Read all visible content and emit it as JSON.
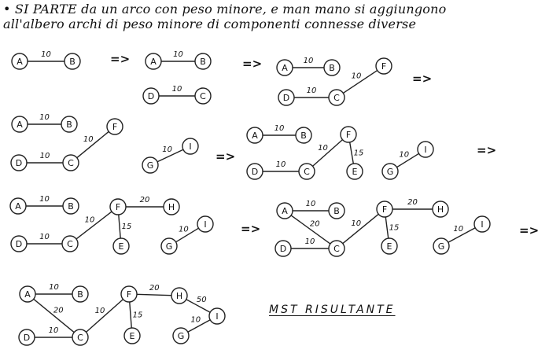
{
  "heading": "• SI PARTE da un arco con peso minore, e man mano si aggiungono\nall'albero archi di peso minore di componenti connesse diverse",
  "caption": "MST RISULTANTE",
  "arrow_symbol": "=>",
  "diagram": {
    "type": "graph-sequence",
    "steps": [
      {
        "nodes": [
          "A",
          "B"
        ],
        "edges": [
          {
            "from": "A",
            "to": "B",
            "weight": "10"
          }
        ]
      },
      {
        "nodes": [
          "A",
          "B",
          "D",
          "C"
        ],
        "edges": [
          {
            "from": "A",
            "to": "B",
            "weight": "10"
          },
          {
            "from": "D",
            "to": "C",
            "weight": "10"
          }
        ]
      },
      {
        "nodes": [
          "A",
          "B",
          "D",
          "C",
          "F"
        ],
        "edges": [
          {
            "from": "A",
            "to": "B",
            "weight": "10"
          },
          {
            "from": "D",
            "to": "C",
            "weight": "10"
          },
          {
            "from": "C",
            "to": "F",
            "weight": "10"
          }
        ]
      },
      {
        "nodes": [
          "A",
          "B",
          "D",
          "C",
          "F",
          "G",
          "I"
        ],
        "edges": [
          {
            "from": "A",
            "to": "B",
            "weight": "10"
          },
          {
            "from": "D",
            "to": "C",
            "weight": "10"
          },
          {
            "from": "C",
            "to": "F",
            "weight": "10"
          },
          {
            "from": "G",
            "to": "I",
            "weight": "10"
          }
        ]
      },
      {
        "nodes": [
          "A",
          "B",
          "D",
          "C",
          "F",
          "E",
          "G",
          "I"
        ],
        "edges": [
          {
            "from": "A",
            "to": "B",
            "weight": "10"
          },
          {
            "from": "D",
            "to": "C",
            "weight": "10"
          },
          {
            "from": "C",
            "to": "F",
            "weight": "10"
          },
          {
            "from": "F",
            "to": "E",
            "weight": "15"
          },
          {
            "from": "G",
            "to": "I",
            "weight": "10"
          }
        ]
      },
      {
        "nodes": [
          "A",
          "B",
          "D",
          "C",
          "F",
          "E",
          "H",
          "G",
          "I"
        ],
        "edges": [
          {
            "from": "A",
            "to": "B",
            "weight": "10"
          },
          {
            "from": "D",
            "to": "C",
            "weight": "10"
          },
          {
            "from": "C",
            "to": "F",
            "weight": "10"
          },
          {
            "from": "F",
            "to": "E",
            "weight": "15"
          },
          {
            "from": "F",
            "to": "H",
            "weight": "20"
          },
          {
            "from": "G",
            "to": "I",
            "weight": "10"
          }
        ]
      },
      {
        "nodes": [
          "A",
          "B",
          "D",
          "C",
          "F",
          "E",
          "H",
          "G",
          "I"
        ],
        "edges": [
          {
            "from": "A",
            "to": "B",
            "weight": "10"
          },
          {
            "from": "A",
            "to": "C",
            "weight": "20"
          },
          {
            "from": "D",
            "to": "C",
            "weight": "10"
          },
          {
            "from": "C",
            "to": "F",
            "weight": "10"
          },
          {
            "from": "F",
            "to": "E",
            "weight": "15"
          },
          {
            "from": "F",
            "to": "H",
            "weight": "20"
          },
          {
            "from": "G",
            "to": "I",
            "weight": "10"
          }
        ]
      },
      {
        "nodes": [
          "A",
          "B",
          "D",
          "C",
          "F",
          "E",
          "H",
          "G",
          "I"
        ],
        "edges": [
          {
            "from": "A",
            "to": "B",
            "weight": "10"
          },
          {
            "from": "A",
            "to": "C",
            "weight": "20"
          },
          {
            "from": "D",
            "to": "C",
            "weight": "10"
          },
          {
            "from": "C",
            "to": "F",
            "weight": "10"
          },
          {
            "from": "F",
            "to": "E",
            "weight": "15"
          },
          {
            "from": "F",
            "to": "H",
            "weight": "20"
          },
          {
            "from": "H",
            "to": "I",
            "weight": "50"
          },
          {
            "from": "G",
            "to": "I",
            "weight": "10"
          }
        ]
      }
    ]
  }
}
